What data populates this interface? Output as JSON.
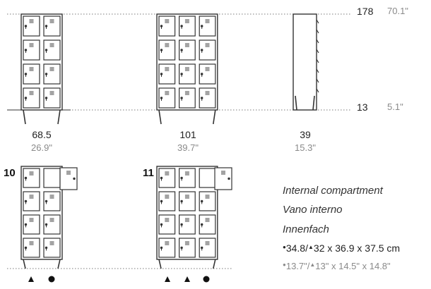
{
  "levels": {
    "top": {
      "cm": "178",
      "in": "70.1\""
    },
    "bottom": {
      "cm": "13",
      "in": "5.1\""
    }
  },
  "widths": [
    {
      "cm": "68.5",
      "in": "26.9\""
    },
    {
      "cm": "101",
      "in": "39.7\""
    },
    {
      "cm": "39",
      "in": "15.3\""
    }
  ],
  "variants": [
    "10",
    "11"
  ],
  "legend": {
    "lines": [
      "Internal compartment",
      "Vano interno",
      "Innenfach"
    ],
    "dimension_cm": {
      "a": "34.8/",
      "b": "32 x 36.9 x 37.5 cm"
    },
    "dimension_in": {
      "a": "13.7\"/",
      "b": "13\" x 14.5\" x 14.8\""
    }
  },
  "markers": {
    "triangle": "▲",
    "circle": "●"
  },
  "colors": {
    "stroke": "#333333",
    "dotted": "#7a7a7a",
    "muted": "#8a8a8a"
  }
}
